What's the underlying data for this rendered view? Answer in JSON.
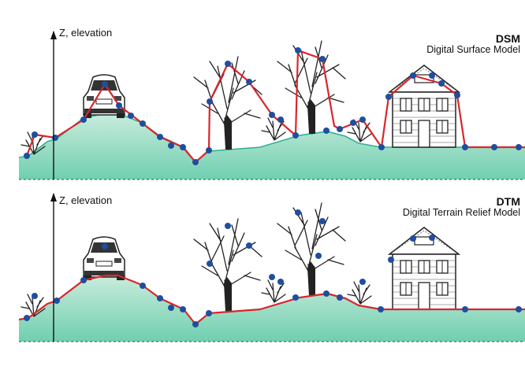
{
  "panels": [
    {
      "axis_label": "Z, elevation",
      "model_abbr": "DSM",
      "model_name": "Digital Surface Model"
    },
    {
      "axis_label": "Z, elevation",
      "model_abbr": "DTM",
      "model_name": "Digital Terrain Relief Model"
    }
  ],
  "colors": {
    "terrain_fill_top": "#c9ecdc",
    "terrain_fill_bottom": "#6fcfb0",
    "terrain_edge": "#2fb094",
    "surface_line": "#d9262c",
    "point": "#1f4e9e",
    "object_ink": "#222222"
  },
  "icons": [
    "car-icon",
    "tree-icon",
    "shrub-icon",
    "house-icon"
  ]
}
